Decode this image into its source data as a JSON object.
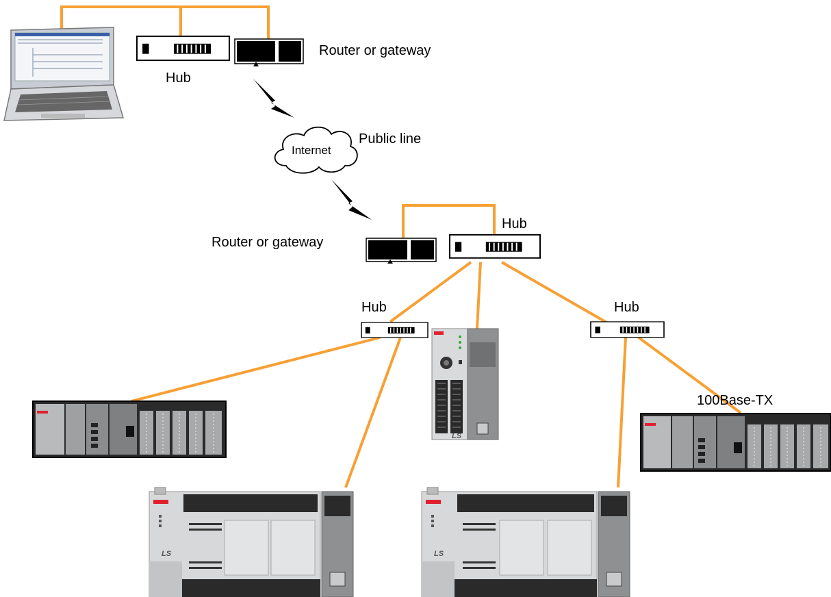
{
  "labels": {
    "hub_top": "Hub",
    "router_top": "Router or gateway",
    "internet": "Internet",
    "public_line": "Public line",
    "router_mid": "Router or gateway",
    "hub_mid": "Hub",
    "hub_left": "Hub",
    "hub_right": "Hub",
    "cable_type": "100Base-TX"
  },
  "colors": {
    "cable": "#f7a035",
    "device_black": "#000000",
    "plc_red": "#e02030"
  },
  "icons": {
    "laptop": "laptop-icon",
    "hub": "hub-icon",
    "router": "router-icon",
    "cloud": "cloud-icon",
    "link": "lightning-icon",
    "plc": "plc-icon"
  },
  "branding": {
    "plc_logo": "LS"
  }
}
